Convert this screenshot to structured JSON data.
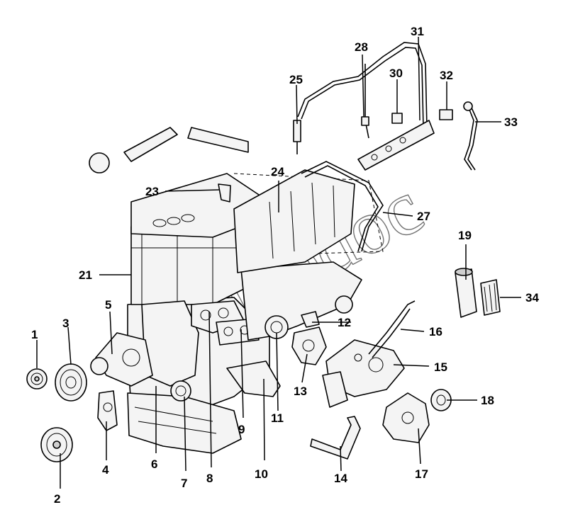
{
  "diagram": {
    "callouts": [
      "1",
      "2",
      "3",
      "4",
      "5",
      "6",
      "7",
      "8",
      "9",
      "10",
      "11",
      "12",
      "13",
      "14",
      "15",
      "16",
      "17",
      "18",
      "19",
      "21",
      "23",
      "24",
      "25",
      "27",
      "28",
      "30",
      "31",
      "32",
      "33",
      "34"
    ],
    "watermark": "Autodoc"
  }
}
